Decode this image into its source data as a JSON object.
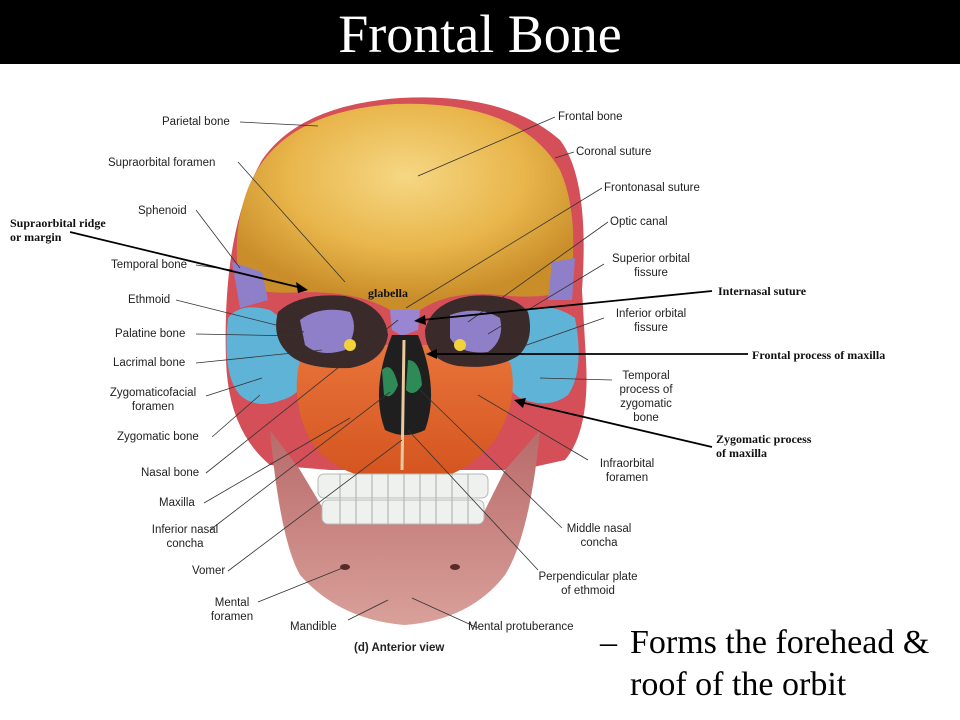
{
  "title": "Frontal Bone",
  "view_caption": "(d) Anterior view",
  "bullet": {
    "dash": "–",
    "line1": "Forms the forehead &",
    "line2": "roof of the orbit"
  },
  "labels_left": {
    "parietal": "Parietal bone",
    "supraorbital_foramen": "Supraorbital foramen",
    "sphenoid": "Sphenoid",
    "temporal": "Temporal bone",
    "ethmoid": "Ethmoid",
    "palatine": "Palatine bone",
    "lacrimal": "Lacrimal bone",
    "zygomaticofacial_1": "Zygomaticofacial",
    "zygomaticofacial_2": "foramen",
    "zygomatic": "Zygomatic bone",
    "nasal": "Nasal bone",
    "maxilla": "Maxilla",
    "inf_nasal_1": "Inferior nasal",
    "inf_nasal_2": "concha",
    "vomer": "Vomer",
    "mental_foramen_1": "Mental",
    "mental_foramen_2": "foramen",
    "mandible": "Mandible"
  },
  "labels_right": {
    "frontal": "Frontal bone",
    "coronal": "Coronal suture",
    "frontonasal": "Frontonasal suture",
    "optic": "Optic canal",
    "sup_orbital_1": "Superior orbital",
    "sup_orbital_2": "fissure",
    "inf_orbital_1": "Inferior orbital",
    "inf_orbital_2": "fissure",
    "temporal_proc_1": "Temporal",
    "temporal_proc_2": "process of",
    "temporal_proc_3": "zygomatic",
    "temporal_proc_4": "bone",
    "infraorbital_1": "Infraorbital",
    "infraorbital_2": "foramen",
    "middle_nasal_1": "Middle nasal",
    "middle_nasal_2": "concha",
    "perp_plate_1": "Perpendicular plate",
    "perp_plate_2": "of ethmoid",
    "mental_protuberance": "Mental protuberance"
  },
  "annotations": {
    "supraorbital_ridge_1": "Supraorbital ridge",
    "supraorbital_ridge_2": "or margin",
    "glabella": "glabella",
    "internasal": "Internasal suture",
    "frontal_process": "Frontal process of maxilla",
    "zygomatic_process_1": "Zygomatic process",
    "zygomatic_process_2": "of maxilla"
  },
  "colors": {
    "frontal_bone": "#e8b54a",
    "parietal_bone": "#d9505a",
    "zygomatic_bone": "#5fb3d6",
    "maxilla": "#e3622c",
    "mandible": "#c88a86",
    "sphenoid": "#8e7fc8",
    "nasal_cavity": "#2e8b57"
  }
}
